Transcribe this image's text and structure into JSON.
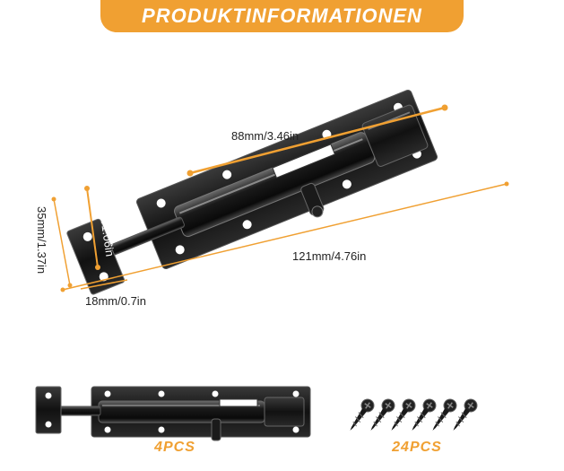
{
  "header": {
    "title": "PRODUKTINFORMATIONEN"
  },
  "dimensions": {
    "hole_spacing": "88mm/3.46in",
    "total_length": "121mm/4.76in",
    "height": "35mm/1.37in",
    "bracket_height": "27mm/1.06in",
    "bracket_width": "18mm/0.7in"
  },
  "quantities": {
    "bolts": "4PCS",
    "screws": "24PCS"
  },
  "colors": {
    "accent": "#f0a032",
    "metal": "#141414",
    "highlight": "#5a5a5a"
  }
}
